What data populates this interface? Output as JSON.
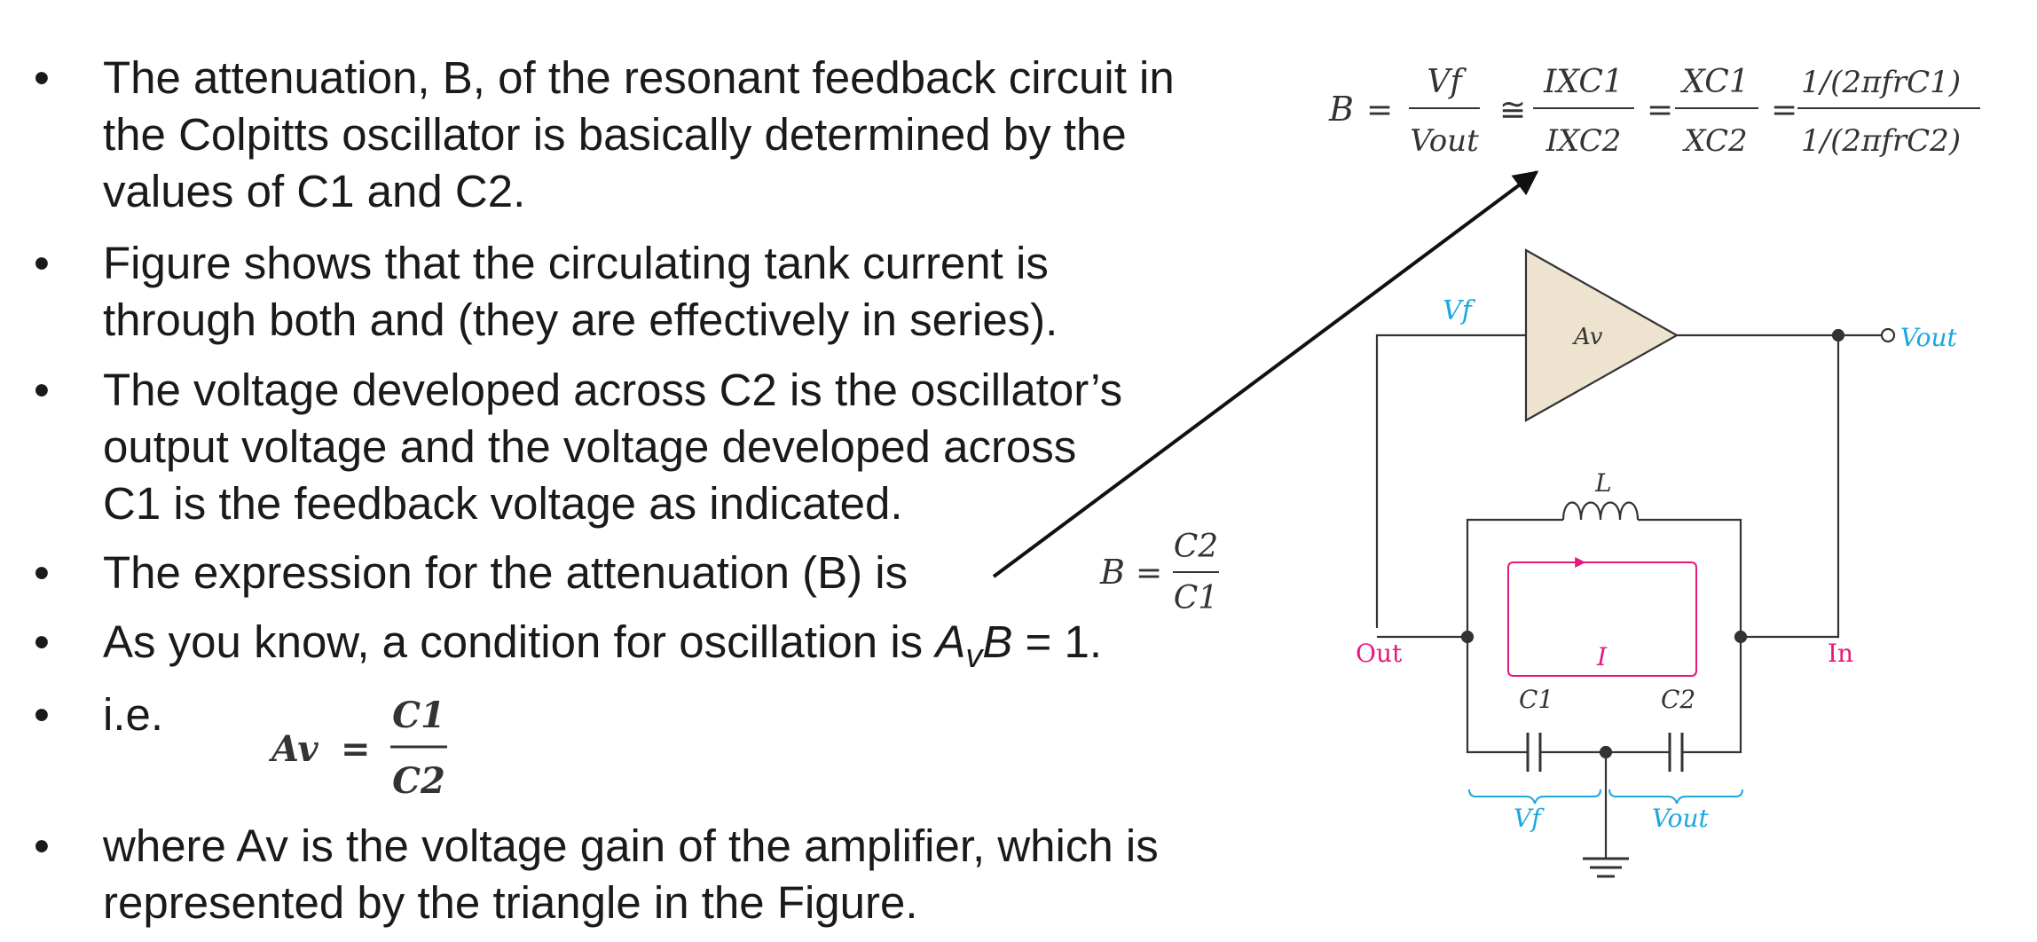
{
  "bullets": [
    {
      "lines": [
        "The attenuation, B, of the resonant feedback circuit in",
        "the Colpitts oscillator is basically determined by the",
        "values of C1 and C2."
      ]
    },
    {
      "lines": [
        "Figure shows that the circulating tank current is",
        "through both and (they are effectively in series)."
      ]
    },
    {
      "lines": [
        "The voltage developed across C2 is the oscillator’s",
        "output voltage and the voltage developed across",
        "C1 is the feedback voltage as indicated."
      ]
    },
    {
      "lines": [
        "The expression for the attenuation (B) is"
      ]
    },
    {
      "prefix": "As you know, a condition for oscillation is ",
      "av_A": "A",
      "av_sub": "v",
      "av_B": "B",
      "suffix": " = 1."
    },
    {
      "lines": [
        "i.e."
      ]
    },
    {
      "lines": [
        "where Av is the voltage gain of the amplifier, which is",
        "represented by the triangle in the Figure."
      ]
    }
  ],
  "bullet_glyph": "•",
  "inline_formula_b": {
    "lhs": "B",
    "eq": "=",
    "num": "C2",
    "den": "C1"
  },
  "inline_formula_av": {
    "lhs": "Av",
    "eq": "=",
    "num": "C1",
    "den": "C2"
  },
  "top_formula": {
    "lhs": "B",
    "eq": "=",
    "t1_num": "Vf",
    "t1_den": "Vout",
    "approx": "≅",
    "t2_num": "IXC1",
    "t2_den": "IXC2",
    "t3_num": "XC1",
    "t3_den": "XC2",
    "t4_num": "1/(2πfrC1)",
    "t4_den": "1/(2πfrC2)"
  },
  "circuit": {
    "vf_top": "Vf",
    "amp": "Av",
    "vout_right": "Vout",
    "inductor": "L",
    "current": "I",
    "out_label": "Out",
    "in_label": "In",
    "c1": "C1",
    "c2": "C2",
    "vf_bottom": "Vf",
    "vout_bottom": "Vout",
    "colors": {
      "cyan": "#1aa7e0",
      "magenta": "#e8177e",
      "amp_fill": "#ede3cf",
      "wire": "#333333"
    }
  }
}
